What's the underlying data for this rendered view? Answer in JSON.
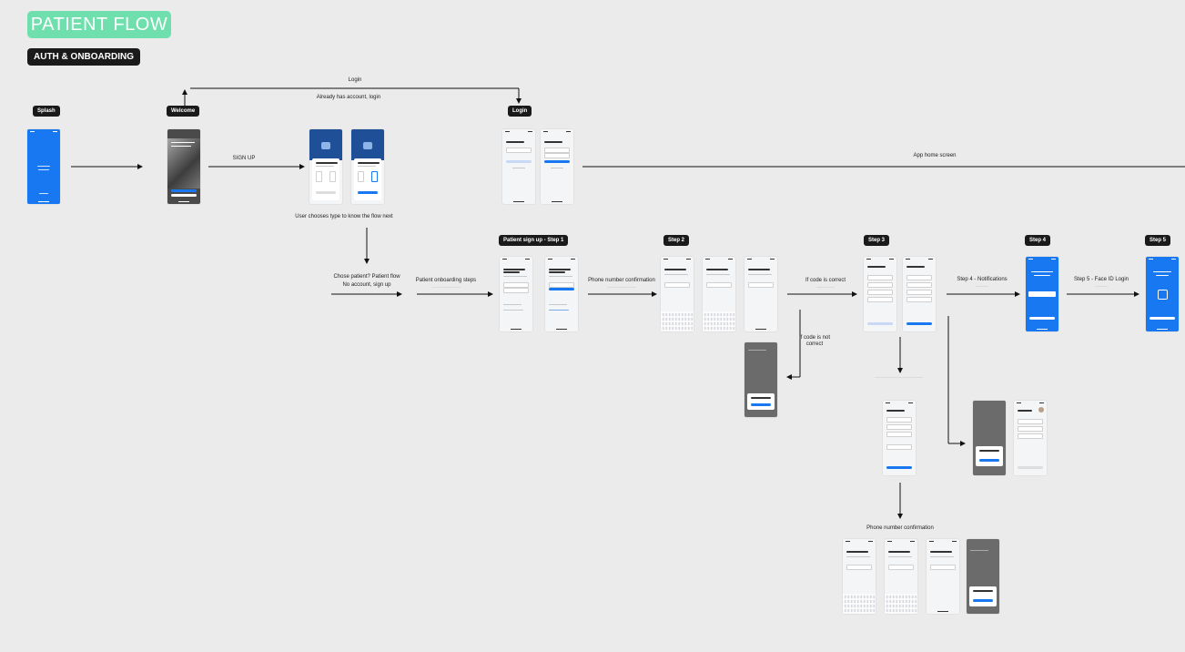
{
  "header": {
    "title": "PATIENT FLOW",
    "section": "AUTH & ONBOARDING"
  },
  "tags": {
    "splash": "Splash",
    "welcome": "Welcome",
    "login": "Login",
    "patient_step1": "Patient sign up - Step 1",
    "step2": "Step 2",
    "step3": "Step 3",
    "step4": "Step 4",
    "step5": "Step 5"
  },
  "labels": {
    "login": "Login",
    "already_has_account": "Already has account, login",
    "sign_up": "SIGN UP",
    "app_home_screen": "App home screen",
    "user_chooses": "User chooses type to know the flow next",
    "chose_patient": "Chose patient? Patient flow",
    "no_account": "No account, sign up",
    "patient_onboarding_steps": "Patient onboarding steps",
    "phone_confirmation": "Phone number confirmation",
    "if_code_correct": "If code is correct",
    "if_code_not_correct_1": "If code is not",
    "if_code_not_correct_2": "correct",
    "step4_notifications": "Step 4 - Notifications",
    "step5_face_id": "Step 5 - Face ID Login",
    "phone_confirmation_bottom": "Phone number confirmation"
  },
  "colors": {
    "title_bg": "#6fe0ad",
    "tag_bg": "#1a1a1a",
    "brand_blue": "#1778f2",
    "canvas": "#ebebeb"
  }
}
